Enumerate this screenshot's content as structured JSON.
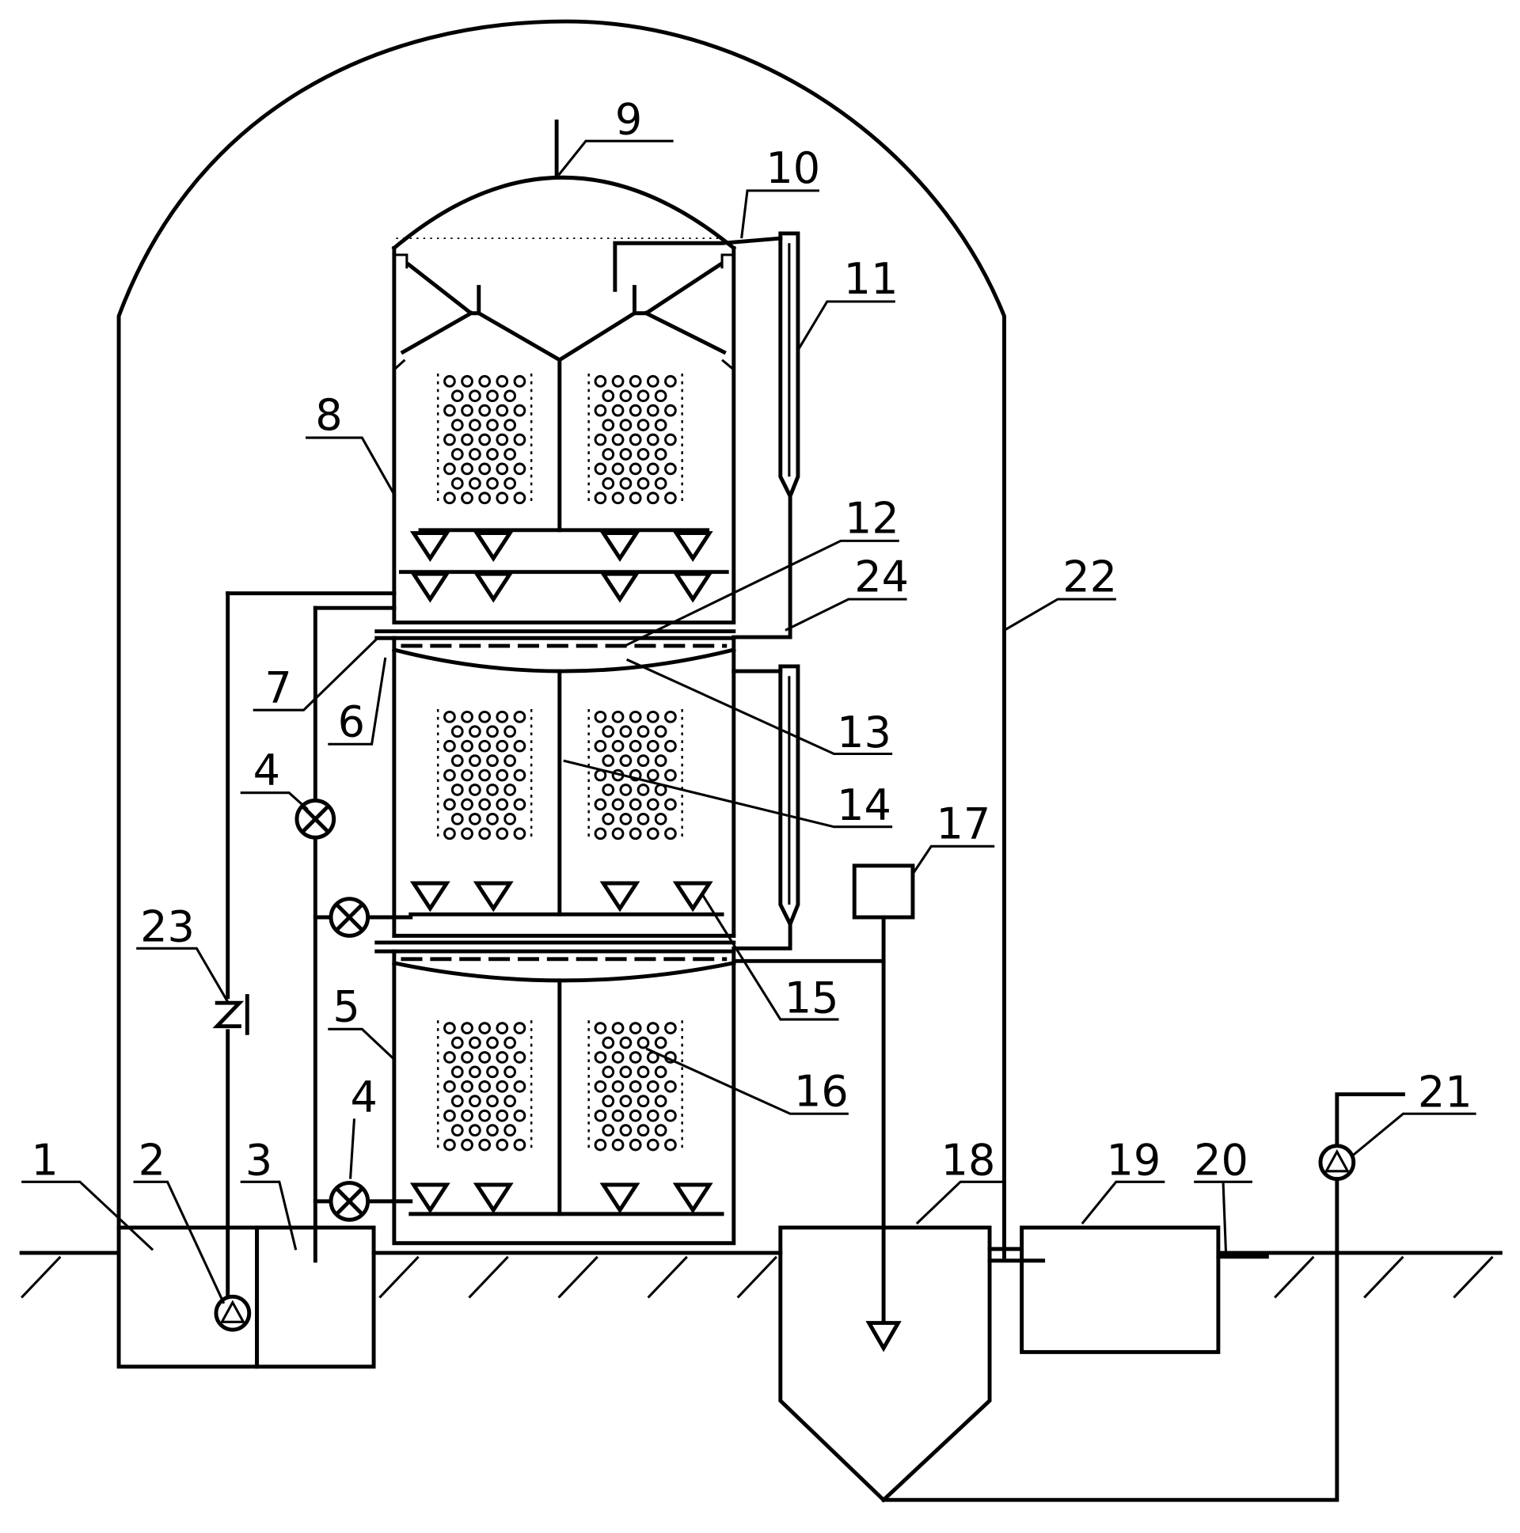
{
  "labels": {
    "l1": "1",
    "l2": "2",
    "l3": "3",
    "l4a": "4",
    "l4b": "4",
    "l5": "5",
    "l6": "6",
    "l7": "7",
    "l8": "8",
    "l9": "9",
    "l10": "10",
    "l11": "11",
    "l12": "12",
    "l13": "13",
    "l14": "14",
    "l15": "15",
    "l16": "16",
    "l17": "17",
    "l18": "18",
    "l19": "19",
    "l20": "20",
    "l21": "21",
    "l22": "22",
    "l23": "23",
    "l24": "24"
  },
  "colors": {
    "line": "#000000",
    "background": "#ffffff"
  }
}
